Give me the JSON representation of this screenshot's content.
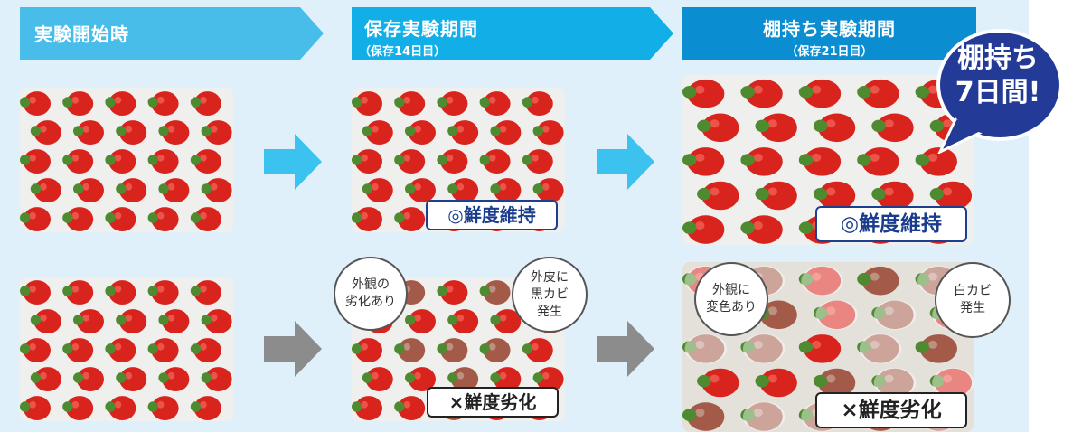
{
  "stages": [
    {
      "title": "実験開始時",
      "subtitle": ""
    },
    {
      "title": "保存実験期間",
      "subtitle": "（保存14日目）"
    },
    {
      "title": "棚持ち実験期間",
      "subtitle": "（保存21日目）"
    }
  ],
  "callout": {
    "line1": "棚持ち",
    "line2": "7日間!"
  },
  "badges": {
    "good": "◎鮮度維持",
    "bad": "×鮮度劣化"
  },
  "bubbles": {
    "row2_mid_left": {
      "line1": "外観の",
      "line2": "劣化あり"
    },
    "row2_mid_right": {
      "line1": "外皮に",
      "line2": "黒カビ",
      "line3": "発生"
    },
    "row2_right_left": {
      "line1": "外観に",
      "line2": "変色あり"
    },
    "row2_right_right": {
      "line1": "白カビ",
      "line2": "発生"
    }
  },
  "colors": {
    "stage1": "#49bdea",
    "stage2": "#12aee8",
    "stage3": "#0b8ed1",
    "callout": "#233a97",
    "arrow_good": "#3cc2ef",
    "arrow_bad": "#8c8c8c"
  }
}
